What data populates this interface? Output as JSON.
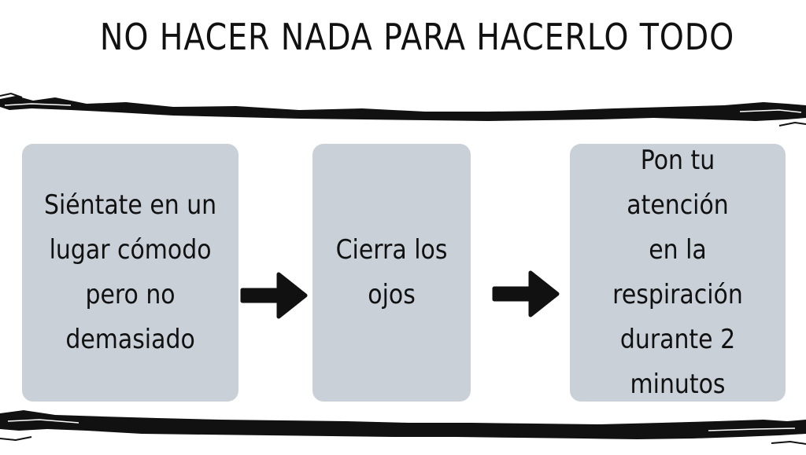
{
  "title": "NO HACER NADA PARA HACERLO TODO",
  "steps": [
    {
      "lines": [
        "Siéntate en un",
        "lugar cómodo",
        "pero no",
        "demasiado"
      ]
    },
    {
      "lines": [
        "Cierra los",
        "ojos"
      ]
    },
    {
      "lines": [
        "Pon tu atención",
        "en la",
        "respiración",
        "durante 2",
        "minutos"
      ]
    }
  ],
  "colors": {
    "box_fill": "#c9d0d8",
    "ink": "#111111",
    "background": "#ffffff"
  },
  "icons": [
    "arrow-right-icon",
    "brush-stroke-divider"
  ]
}
